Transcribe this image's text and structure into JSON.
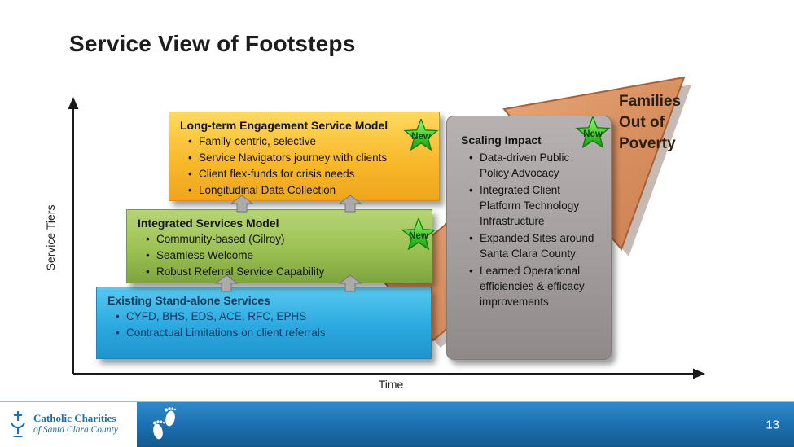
{
  "slide": {
    "title": "Service View of Footsteps"
  },
  "axes": {
    "y_label": "Service Tiers",
    "x_label": "Time"
  },
  "boxes": {
    "longterm": {
      "title": "Long-term Engagement Service Model",
      "badge": "New",
      "bullets": [
        "Family-centric, selective",
        "Service Navigators journey with clients",
        "Client flex-funds for crisis needs",
        "Longitudinal Data Collection"
      ]
    },
    "integrated": {
      "title": "Integrated Services Model",
      "badge": "New",
      "bullets": [
        "Community-based (Gilroy)",
        "Seamless Welcome",
        "Robust Referral Service Capability"
      ]
    },
    "existing": {
      "title": "Existing Stand-alone Services",
      "bullets": [
        "CYFD, BHS, EDS, ACE, RFC, EPHS",
        "Contractual Limitations on client referrals"
      ]
    },
    "scaling": {
      "title": "Scaling Impact",
      "badge": "New",
      "bullets": [
        "Data-driven Public Policy Advocacy",
        "Integrated Client Platform Technology Infrastructure",
        "Expanded Sites around Santa Clara County",
        "Learned Operational efficiencies & efficacy improvements"
      ]
    }
  },
  "arrow": {
    "label_lines": [
      "Families",
      "Out of",
      "Poverty"
    ]
  },
  "footer": {
    "org_line1": "Catholic Charities",
    "org_line2": "of Santa Clara County",
    "page_number": "13"
  },
  "colors": {
    "existing_box": "#2BA9E0",
    "integrated_box": "#9CC153",
    "longterm_box": "#F7B728",
    "scaling_box": "#A49E9E",
    "growth_arrow": "#D99161",
    "footer_bar": "#1E73B5",
    "badge_star": "#2ECC2E"
  }
}
